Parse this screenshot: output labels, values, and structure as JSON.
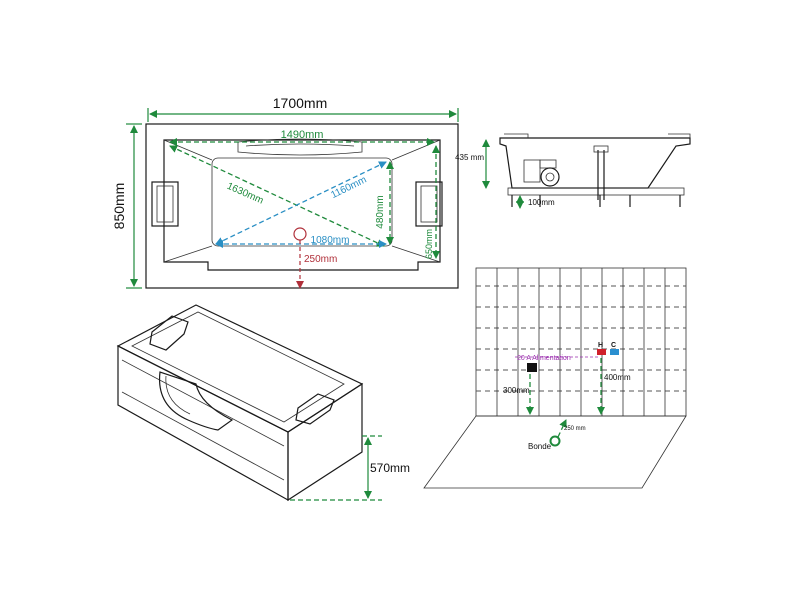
{
  "colors": {
    "green": "#1f8a3c",
    "blue": "#2a8fc4",
    "red": "#b0303a",
    "purple": "#9b2fae",
    "hot": "#d0202a",
    "cold": "#2a8fd0"
  },
  "top_view": {
    "length": "1700mm",
    "width": "850mm",
    "inner_length": "1490mm",
    "diag_green": "1630mm",
    "diag_blue": "1160mm",
    "inner_height": "480mm",
    "bottom_length": "1080mm",
    "side_depth": "650mm",
    "drain_offset": "250mm"
  },
  "side_view": {
    "height": "435 mm",
    "foot": "100mm"
  },
  "front_view": {
    "height": "570mm"
  },
  "install_view": {
    "power": "20 A   Alimentation",
    "hot": "H",
    "cold": "C",
    "power_height": "300mm",
    "water_height": "400mm",
    "drain_offset": "250 mm",
    "drain_label": "Bonde"
  }
}
